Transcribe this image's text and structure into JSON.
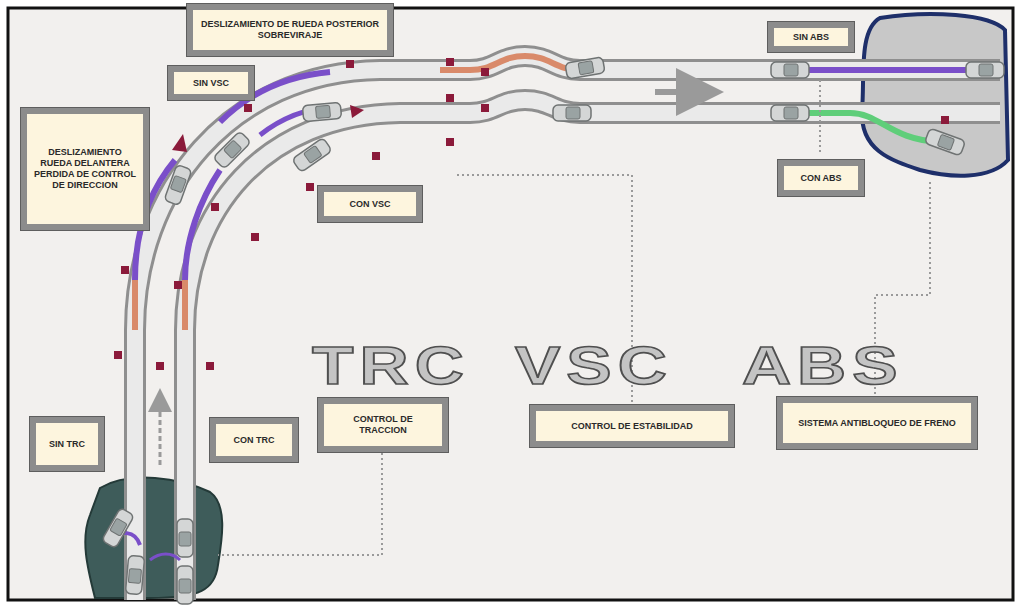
{
  "diagram": {
    "nodes": [
      {
        "text": [
          "DESLIZAMIENTO DE RUEDA POSTERIOR SOBREVIRAJE"
        ]
      },
      {
        "text": [
          "SIN ABS"
        ]
      },
      {
        "text": [
          "SIN VSC"
        ]
      },
      {
        "text": [
          "DESLIZAMIENTO RUEDA DELANTERA PERDIDA DE CONTROL DE DIRECCION"
        ]
      },
      {
        "text": [
          "CON ABS"
        ]
      },
      {
        "text": [
          "CON VSC"
        ]
      },
      {
        "text": [
          "CONTROL DE TRACCION"
        ]
      },
      {
        "text": [
          "CONTROL DE ESTABILIDAD"
        ]
      },
      {
        "text": [
          "SISTEMA ANTIBLOQUEO DE FRENO"
        ]
      },
      {
        "text": [
          "SIN TRC"
        ]
      },
      {
        "text": [
          "CON TRC"
        ]
      }
    ],
    "labels": [
      "TRC",
      "VSC",
      "ABS"
    ]
  }
}
